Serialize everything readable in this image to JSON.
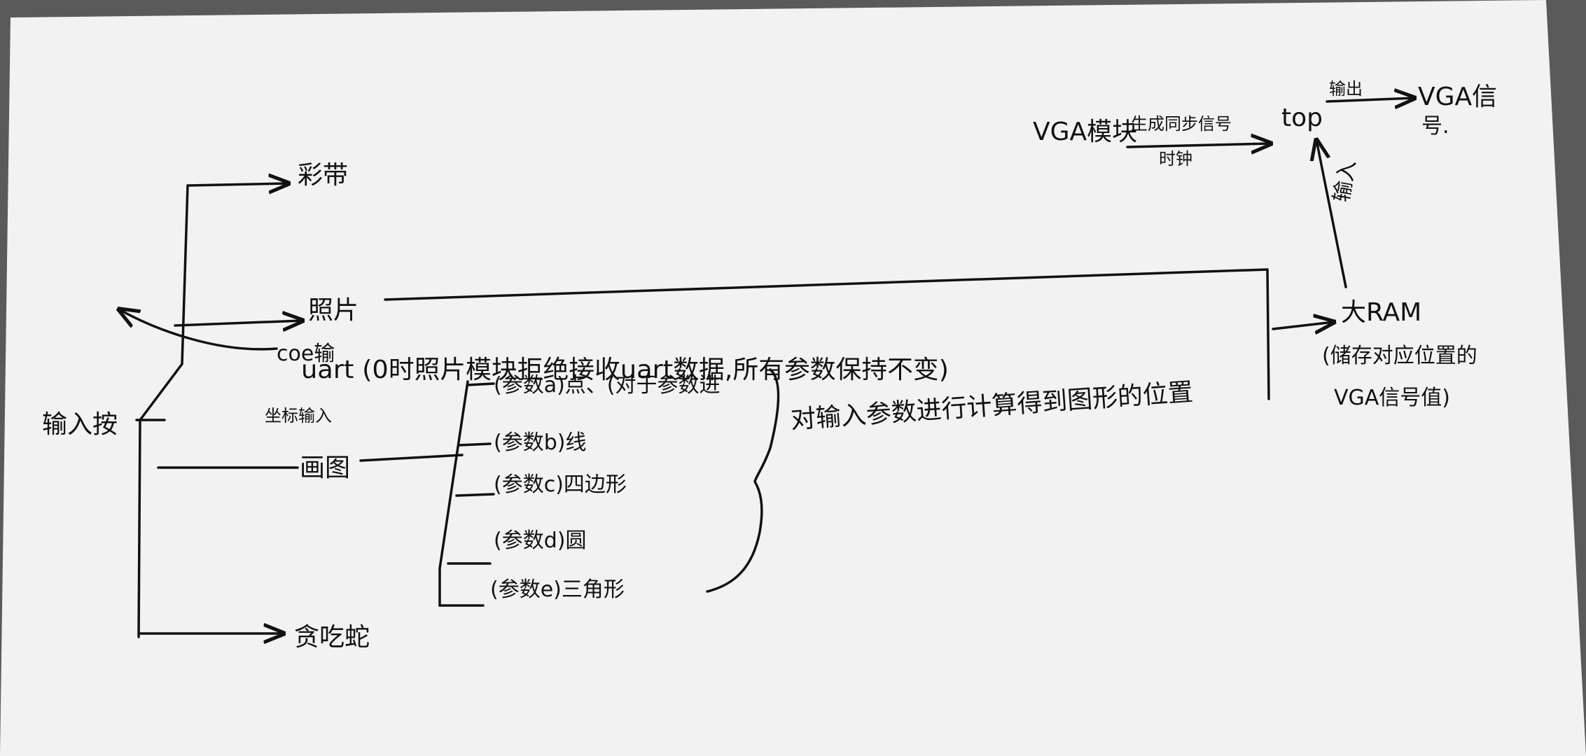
{
  "input_root": "输入按",
  "top_branch": "彩带",
  "photo_branch": "照片",
  "coe_note": "coe输",
  "uart_note": "uart (0时照片模块拒绝接收uart数据,所有参数保持不变)",
  "coord_note": "坐标输入",
  "draw_branch": "画图",
  "snake_branch": "贪吃蛇",
  "shapes": [
    "(参数a)点、(对于参数进",
    "(参数b)线",
    "(参数c)四边形",
    "(参数d)圆",
    "(参数e)三角形"
  ],
  "compute_note": "对输入参数进行计算得到图形的位置",
  "ram": {
    "label": "大RAM",
    "desc_line1": "(储存对应位置的",
    "desc_line2": "VGA信号值)"
  },
  "vga_module": {
    "label": "VGA模块",
    "arrow_above": "生成同步信号",
    "arrow_below": "时钟"
  },
  "top": {
    "label": "top",
    "output_arrow": "输出",
    "output_target_line1": "VGA信",
    "output_target_line2": "号."
  },
  "ram_to_top": "输入"
}
